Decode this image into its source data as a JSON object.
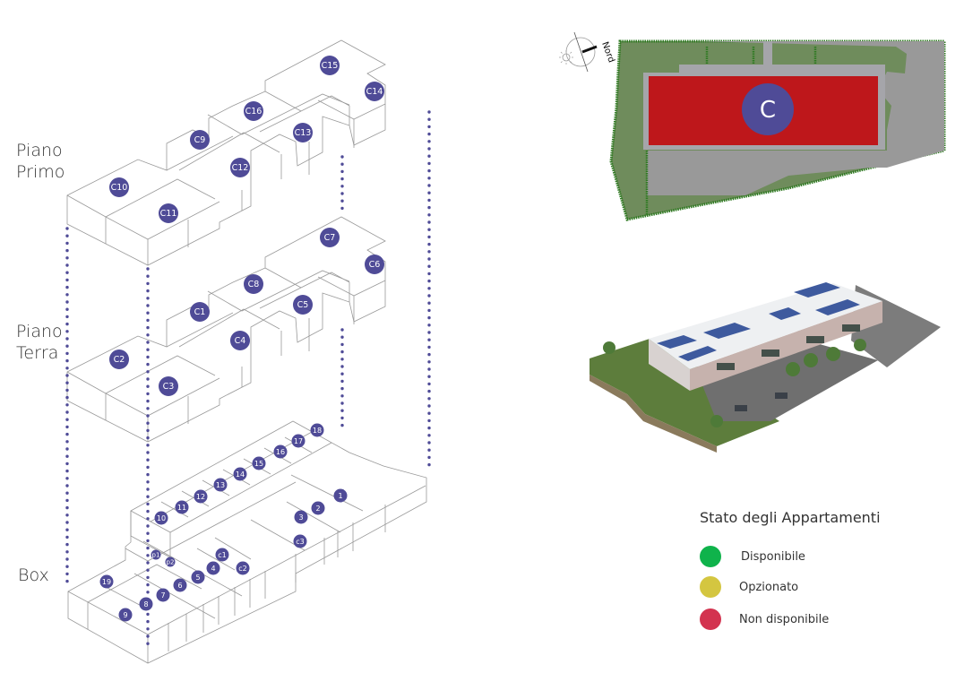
{
  "floors": {
    "primo": {
      "label_line1": "Piano",
      "label_line2": "Primo"
    },
    "terra": {
      "label_line1": "Piano",
      "label_line2": "Terra"
    },
    "box": {
      "label": "Box"
    }
  },
  "units": {
    "primo": [
      "C9",
      "C10",
      "C11",
      "C12",
      "C13",
      "C14",
      "C15",
      "C16"
    ],
    "terra": [
      "C1",
      "C2",
      "C3",
      "C4",
      "C5",
      "C6",
      "C7",
      "C8"
    ],
    "box": [
      "1",
      "2",
      "3",
      "4",
      "5",
      "6",
      "7",
      "8",
      "9",
      "10",
      "11",
      "12",
      "13",
      "14",
      "15",
      "16",
      "17",
      "18",
      "19",
      "c1",
      "c2",
      "c3",
      "p1",
      "p2"
    ]
  },
  "site_plan": {
    "building_label": "C",
    "compass_label": "Nord",
    "building_status_color": "#be171b"
  },
  "colors": {
    "unit_marker": "#4f4b97",
    "dotted_line": "#4f4b97"
  },
  "legend": {
    "title": "Stato degli Appartamenti",
    "items": [
      {
        "label": "Disponibile",
        "color": "#0fb34b"
      },
      {
        "label": "Opzionato",
        "color": "#d4c640"
      },
      {
        "label": "Non disponibile",
        "color": "#d3334f"
      }
    ]
  }
}
